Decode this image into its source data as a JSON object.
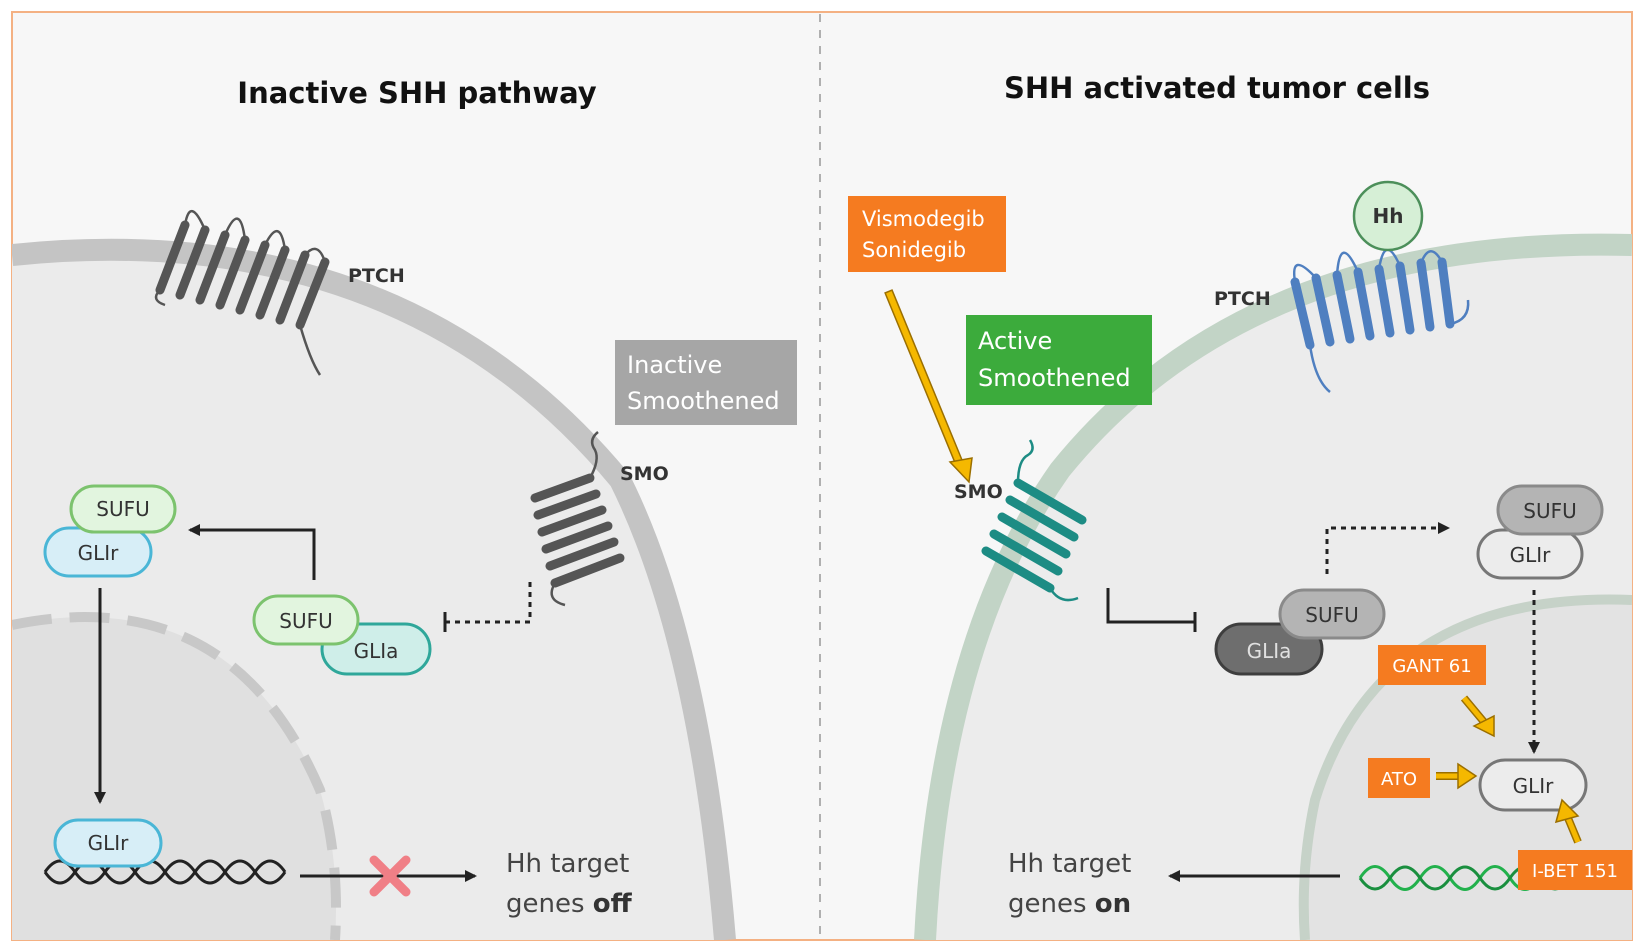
{
  "left_panel": {
    "title": "Inactive SHH pathway",
    "ptch_label": "PTCH",
    "smo_label": "SMO",
    "smo_state_box": {
      "line1": "Inactive",
      "line2": "Smoothened",
      "color": "#a6a6a6"
    },
    "sufu_label": "SUFU",
    "glir_label": "GLIr",
    "glia_label": "GLIa",
    "nucleus_glir_label": "GLIr",
    "output_line1": "Hh target",
    "output_line2_prefix": "genes ",
    "output_line2_bold": "off"
  },
  "right_panel": {
    "title": "SHH activated tumor cells",
    "ptch_label": "PTCH",
    "hh_ligand_label": "Hh",
    "smo_label": "SMO",
    "smo_state_box": {
      "line1": "Active",
      "line2": "Smoothened",
      "color": "#3cab3c"
    },
    "inhibitor_box": {
      "line1": "Vismodegib",
      "line2": "Sonidegib",
      "color": "#f57b20"
    },
    "sufu_label": "SUFU",
    "glia_label": "GLIa",
    "sufu_upper_label": "SUFU",
    "glir_upper_label": "GLIr",
    "glir_nucleus_label": "GLIr",
    "drugs": [
      {
        "label": "GANT 61",
        "color": "#f57b20"
      },
      {
        "label": "ATO",
        "color": "#f57b20"
      },
      {
        "label": "I-BET 151",
        "color": "#f57b20"
      }
    ],
    "output_line1": "Hh target",
    "output_line2_prefix": "genes ",
    "output_line2_bold": "on"
  },
  "colors": {
    "border": "#f4b183",
    "green_protein_fill": "#e2f5df",
    "green_protein_stroke": "#7cc36e",
    "teal_protein_fill": "#cfeee9",
    "teal_protein_stroke": "#2fa79a",
    "blue_protein_fill": "#d7eef7",
    "blue_protein_stroke": "#4ab6d6",
    "inhibitor_cross": "#f07f86",
    "ptch_active": "#4f7fc0",
    "smo_active": "#1d8c84",
    "drug_arrow": "#f5b800"
  }
}
